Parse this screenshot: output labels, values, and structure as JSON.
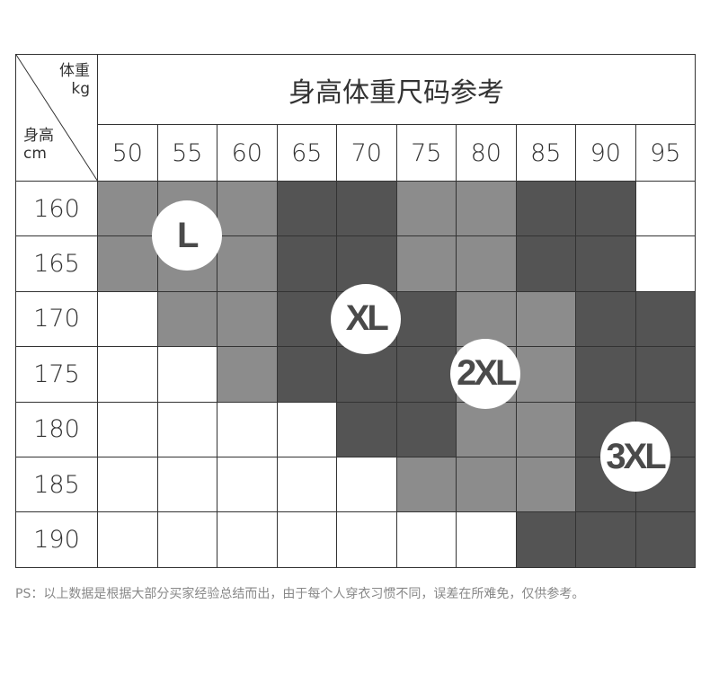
{
  "title": "身高体重尺码参考",
  "corner": {
    "weight_label": "体重",
    "weight_unit": "kg",
    "height_label": "身高",
    "height_unit": "cm"
  },
  "weights": [
    "50",
    "55",
    "60",
    "65",
    "70",
    "75",
    "80",
    "85",
    "90",
    "95"
  ],
  "heights": [
    "160",
    "165",
    "170",
    "175",
    "180",
    "185",
    "190"
  ],
  "colors": {
    "L": "#8c8c8c",
    "XL": "#545454",
    "2XL": "#8c8c8c",
    "3XL": "#545454",
    "none": "#ffffff",
    "border": "#333333"
  },
  "grid": [
    [
      "L",
      "L",
      "L",
      "XL",
      "XL",
      "2XL",
      "2XL",
      "3XL",
      "3XL",
      "none"
    ],
    [
      "L",
      "L",
      "L",
      "XL",
      "XL",
      "2XL",
      "2XL",
      "3XL",
      "3XL",
      "none"
    ],
    [
      "none",
      "L",
      "L",
      "XL",
      "XL",
      "XL",
      "2XL",
      "2XL",
      "3XL",
      "3XL"
    ],
    [
      "none",
      "none",
      "L",
      "XL",
      "XL",
      "XL",
      "2XL",
      "2XL",
      "3XL",
      "3XL"
    ],
    [
      "none",
      "none",
      "none",
      "none",
      "XL",
      "XL",
      "2XL",
      "2XL",
      "3XL",
      "3XL"
    ],
    [
      "none",
      "none",
      "none",
      "none",
      "none",
      "2XL",
      "2XL",
      "2XL",
      "3XL",
      "3XL"
    ],
    [
      "none",
      "none",
      "none",
      "none",
      "none",
      "none",
      "none",
      "3XL",
      "3XL",
      "3XL"
    ]
  ],
  "badges": [
    {
      "label": "L",
      "row": 1,
      "col": 1.5
    },
    {
      "label": "XL",
      "row": 2.5,
      "col": 4.5
    },
    {
      "label": "2XL",
      "row": 3.5,
      "col": 6.5
    },
    {
      "label": "3XL",
      "row": 5,
      "col": 9
    }
  ],
  "footnote": "PS：以上数据是根据大部分买家经验总结而出，由于每个人穿衣习惯不同，误差在所难免，仅供参考。"
}
